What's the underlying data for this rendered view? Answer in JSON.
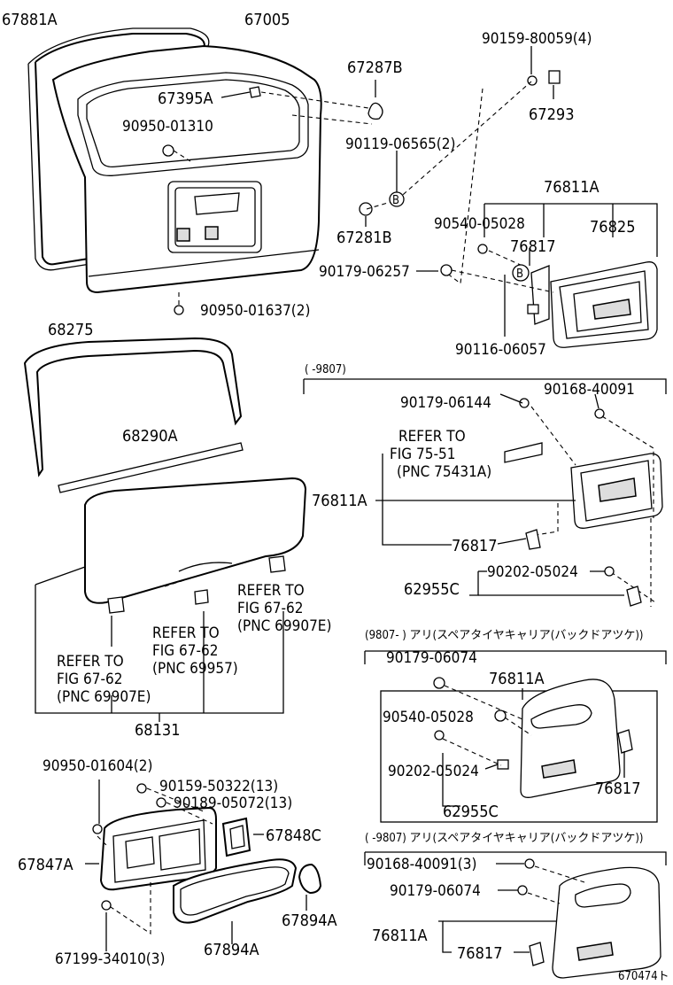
{
  "labels": {
    "p67881A": "67881A",
    "p67005": "67005",
    "p90159_80059": "90159-80059(4)",
    "p67287B": "67287B",
    "p67395A": "67395A",
    "p90950_01310": "90950-01310",
    "p67293": "67293",
    "p90119_06565": "90119-06565(2)",
    "callout_b1": "B",
    "p76811A_1": "76811A",
    "p90540_05028_1": "90540-05028",
    "p76825": "76825",
    "p67281B": "67281B",
    "p76817_1": "76817",
    "p90179_06257": "90179-06257",
    "callout_b2": "B",
    "p90950_01637": "90950-01637(2)",
    "p90116_06057": "90116-06057",
    "p68275": "68275",
    "sec1_range": "(      -9807)",
    "p90179_06144": "90179-06144",
    "p90168_40091": "90168-40091",
    "p68290A": "68290A",
    "ref75_l1": "REFER TO",
    "ref75_l2": "FIG 75-51",
    "ref75_l3": "(PNC 75431A)",
    "p76811A_2": "76811A",
    "p76817_2": "76817",
    "p90202_05024_1": "90202-05024",
    "p62955C_1": "62955C",
    "refA_l1": "REFER TO",
    "refA_l2": "FIG 67-62",
    "refA_l3": "(PNC 69907E)",
    "refB_l1": "REFER TO",
    "refB_l2": "FIG 67-62",
    "refB_l3": "(PNC 69957)",
    "refC_l1": "REFER TO",
    "refC_l2": "FIG 67-62",
    "refC_l3": "(PNC 69907E)",
    "sec2_range": "(9807-      ) アリ(スペアタイヤキャリア(バックドアツケ))",
    "p90179_06074_1": "90179-06074",
    "p76811A_3": "76811A",
    "p90540_05028_2": "90540-05028",
    "p90202_05024_2": "90202-05024",
    "p76817_3": "76817",
    "p62955C_2": "62955C",
    "p68131": "68131",
    "p90950_01604": "90950-01604(2)",
    "p90159_50322": "90159-50322(13)",
    "p90189_05072": "90189-05072(13)",
    "p67848C": "67848C",
    "p67847A": "67847A",
    "sec3_range": "(      -9807) アリ(スペアタイヤキャリア(バックドアツケ))",
    "p90168_40091_3": "90168-40091(3)",
    "p90179_06074_2": "90179-06074",
    "p67894A_1": "67894A",
    "p67894A_2": "67894A",
    "p76811A_4": "76811A",
    "p76817_4": "76817",
    "p67199_34010": "67199-34010(3)",
    "figure_code": "670474ト"
  }
}
